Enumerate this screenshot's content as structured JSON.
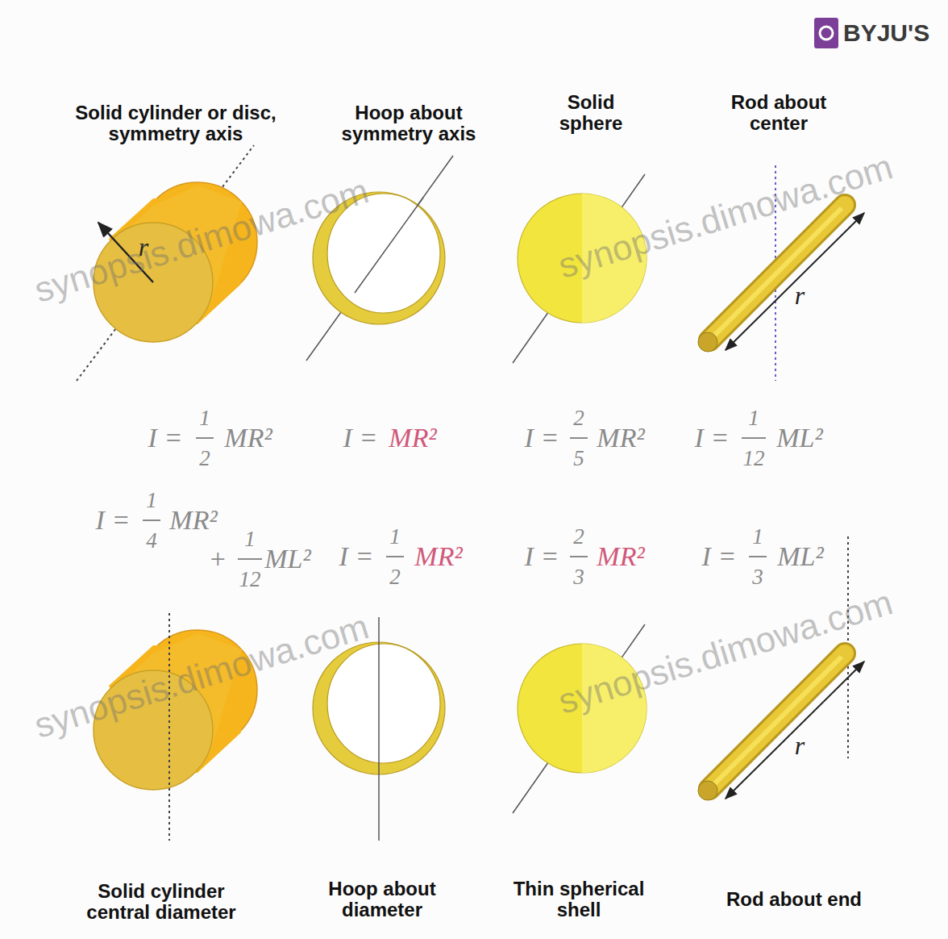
{
  "diagram": {
    "labels": [
      "Solid cylinder or disc, symmetry axis",
      "Hoop about symmetry axis",
      "Solid sphere",
      "Rod about center",
      "I =",
      "1",
      "2",
      "MR²",
      "I =",
      "MR²",
      "I =",
      "2",
      "5",
      "MR²",
      "I =",
      "1",
      "12",
      "ML²",
      "I =",
      "1",
      "4",
      "MR²",
      "+",
      "1",
      "12",
      "ML²",
      "I =",
      "1",
      "2",
      "MR²",
      "I =",
      "2",
      "3",
      "MR²",
      "I =",
      "1",
      "3",
      "ML²",
      "Solid cylinder central diameter",
      "Hoop about diameter",
      "Thin spherical shell",
      "Rod about end",
      "r",
      "r",
      "r",
      "synopsis.dimowa.com",
      "synopsis.dimowa.com",
      "synopsis.dimowa.com",
      "synopsis.dimowa.com",
      "BYJU'S"
    ]
  }
}
